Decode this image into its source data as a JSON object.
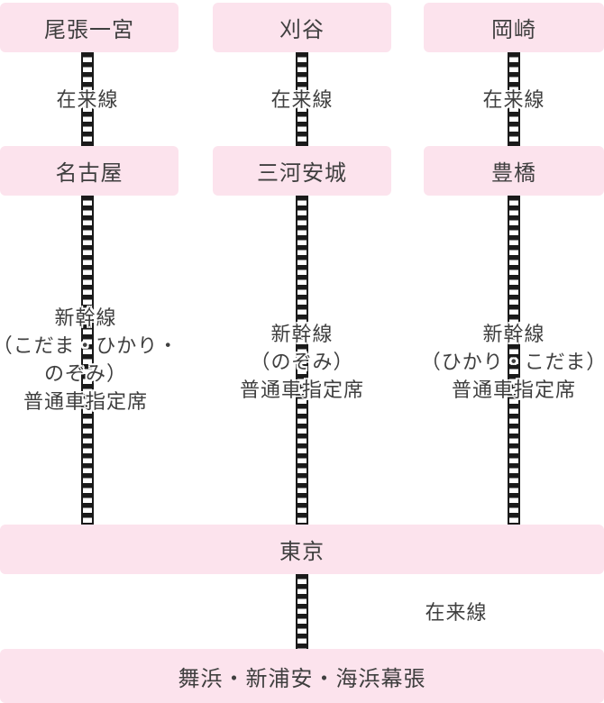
{
  "diagram": {
    "columns": [
      {
        "origin_station": "尾張一宮",
        "conventional_line_label": "在来線",
        "transfer_station": "名古屋",
        "shinkansen_label_lines": [
          "新幹線",
          "（こだま・ひかり・",
          "のぞみ）",
          "普通車指定席"
        ]
      },
      {
        "origin_station": "刈谷",
        "conventional_line_label": "在来線",
        "transfer_station": "三河安城",
        "shinkansen_label_lines": [
          "新幹線",
          "（のぞみ）",
          "普通車指定席"
        ]
      },
      {
        "origin_station": "岡崎",
        "conventional_line_label": "在来線",
        "transfer_station": "豊橋",
        "shinkansen_label_lines": [
          "新幹線",
          "（ひかり・こだま）",
          "普通車指定席"
        ]
      }
    ],
    "hub_station": "東京",
    "final_leg_line_label": "在来線",
    "destination_stations": "舞浜・新浦安・海浜幕張"
  },
  "colors": {
    "station_box_background": "#fce3ed",
    "text": "#3f3f3f",
    "track": "#1a1a1a",
    "page_background": "#ffffff"
  }
}
